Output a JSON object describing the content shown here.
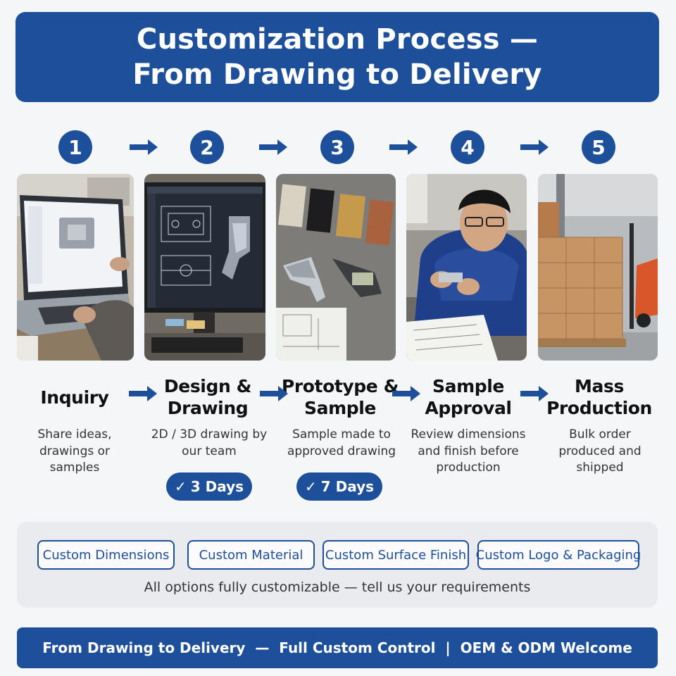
{
  "header": {
    "line1": "Customization Process —",
    "line2": "From Drawing to Delivery"
  },
  "steps": [
    {
      "number": "1",
      "title": "Inquiry",
      "description": "Share ideas, drawings or samples",
      "photo": "laptop-inquiry-photo"
    },
    {
      "number": "2",
      "title": "Design & Drawing",
      "description": "2D / 3D drawing by our team",
      "badge": "3 Days",
      "photo": "cad-design-photo"
    },
    {
      "number": "3",
      "title": "Prototype & Sample",
      "description": "Sample made to approved drawing",
      "badge": "7 Days",
      "photo": "prototype-samples-photo"
    },
    {
      "number": "4",
      "title": "Sample Approval",
      "description": "Review dimensions and finish before production",
      "photo": "inspection-photo"
    },
    {
      "number": "5",
      "title": "Mass Production",
      "description": "Bulk order produced and shipped",
      "photo": "warehouse-photo"
    }
  ],
  "badge_icon": "check-icon",
  "step_arrow_icon": "arrow-right-icon",
  "options": {
    "items": [
      "Custom Dimensions",
      "Custom Material",
      "Custom Surface Finish",
      "Custom Logo & Packaging"
    ],
    "note": "All options fully customizable — tell us your requirements"
  },
  "footer": {
    "text": "From Drawing to Delivery  —  Full Custom Control  |  OEM & ODM Welcome"
  },
  "colors": {
    "brand_blue": "#1d4f9b",
    "background": "#f5f6f8",
    "panel": "#e9ebef"
  }
}
